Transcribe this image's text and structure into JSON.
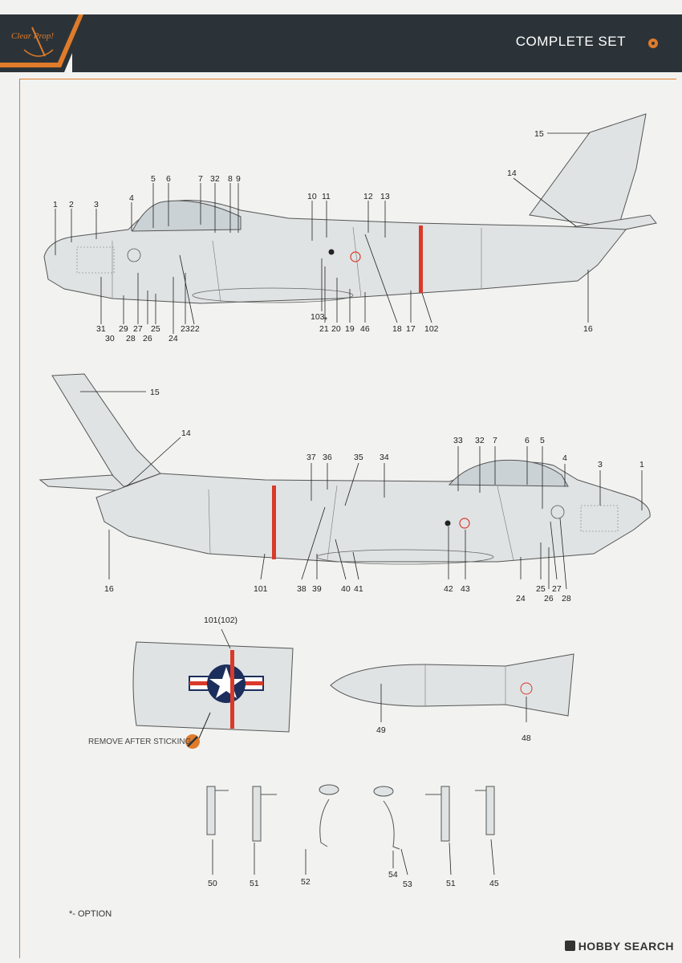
{
  "header": {
    "logo_text": "Clear Prop!",
    "title": "COMPLETE SET"
  },
  "colors": {
    "accent": "#e07b2a",
    "header_bg": "#2c3338",
    "aircraft_grey": "#dfe3e4",
    "stripe_red": "#d93a2a",
    "insignia_blue": "#1c2e5c"
  },
  "upper_view": {
    "callouts_top": [
      "15",
      "14",
      "1",
      "2",
      "3",
      "4",
      "5",
      "6",
      "7",
      "32",
      "8",
      "9",
      "10",
      "11",
      "12",
      "13"
    ],
    "callouts_bottom": [
      "31",
      "30",
      "29",
      "28",
      "27",
      "26",
      "25",
      "24",
      "23",
      "22",
      "103",
      "*",
      "21",
      "20",
      "19",
      "46",
      "18",
      "17",
      "102",
      "16"
    ]
  },
  "lower_view": {
    "callouts_top": [
      "15",
      "14",
      "37",
      "36",
      "35",
      "34",
      "33",
      "32",
      "7",
      "6",
      "5",
      "4",
      "3",
      "1"
    ],
    "callouts_bottom": [
      "16",
      "101",
      "38",
      "39",
      "40",
      "41",
      "42",
      "43",
      "24",
      "25",
      "26",
      "27",
      "28"
    ]
  },
  "insignia_detail": {
    "callout": "101(102)",
    "remove_note": "REMOVE AFTER STICKING"
  },
  "tank": {
    "callouts": [
      "49",
      "48"
    ]
  },
  "gear_struts": {
    "callouts": [
      "50",
      "51",
      "52",
      "54",
      "53",
      "51",
      "45"
    ]
  },
  "footnote": "*- OPTION",
  "watermark": "HOBBY SEARCH"
}
